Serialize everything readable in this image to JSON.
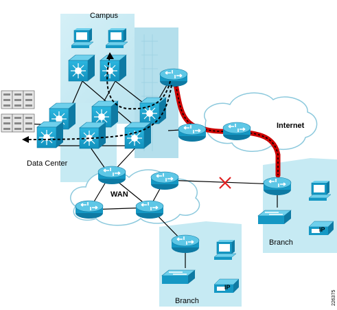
{
  "labels": {
    "campus": "Campus",
    "data_center": "Data Center",
    "wan": "WAN",
    "internet": "Internet",
    "branch_right": "Branch",
    "branch_bottom": "Branch",
    "phone_ip": "IP",
    "figure_id": "226375"
  },
  "colors": {
    "building": "#c9ecf4",
    "building_dark": "#a8dcea",
    "device": "#19a6d2",
    "device_top": "#7dd3ec",
    "device_dark": "#0c6f92",
    "cloud_fill": "#ffffff",
    "cloud_stroke": "#88c7dc",
    "internet_path": "#cc0000",
    "cross": "#e02020"
  },
  "icons": [
    "router-icon",
    "switch-icon",
    "workstation-icon",
    "ip-phone-icon",
    "server-icon",
    "cloud-icon",
    "failure-cross-icon"
  ]
}
